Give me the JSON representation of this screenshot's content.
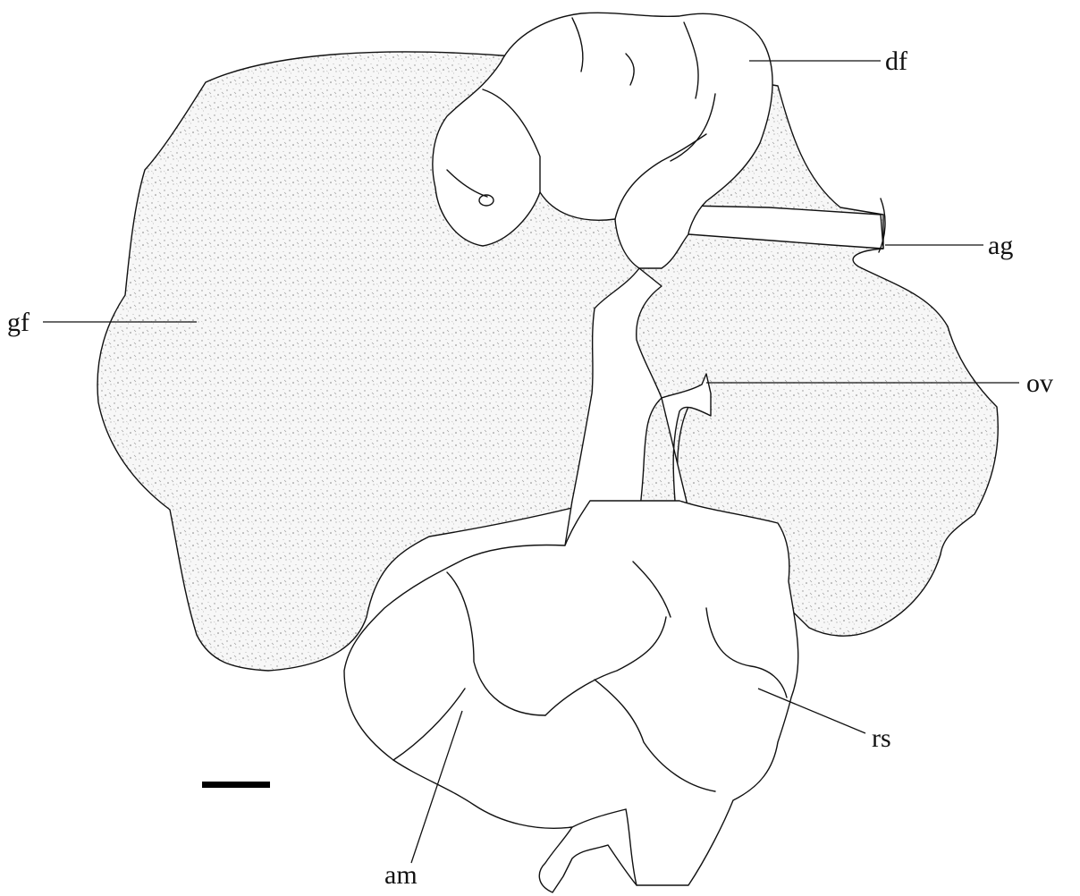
{
  "labels": {
    "df": "df",
    "ag": "ag",
    "gf": "gf",
    "ov": "ov",
    "rs": "rs",
    "am": "am"
  },
  "colors": {
    "line": "#111111",
    "stipple": "#9a9a9a",
    "background": "#ffffff"
  }
}
